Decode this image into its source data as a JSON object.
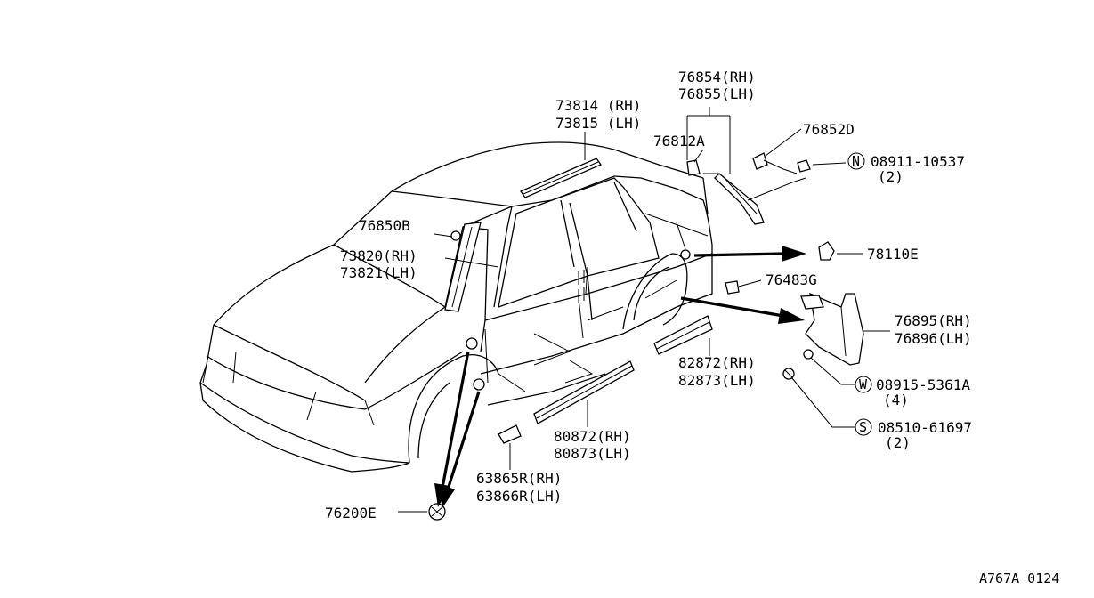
{
  "diagram_id": "A767A 0124",
  "labels": {
    "p76854": "76854(RH)",
    "p76855": "76855(LH)",
    "p73814": "73814 (RH)",
    "p73815": "73815 (LH)",
    "p76812A": "76812A",
    "p76852D": "76852D",
    "p08911": "08911-10537",
    "p08911_qty": "(2)",
    "p76850B": "76850B",
    "p73820": "73820(RH)",
    "p73821": "73821(LH)",
    "p78110E": "78110E",
    "p76483G": "76483G",
    "p76895": "76895(RH)",
    "p76896": "76896(LH)",
    "p82872": "82872(RH)",
    "p82873": "82873(LH)",
    "p08915": "08915-5361A",
    "p08915_qty": "(4)",
    "p08510": "08510-61697",
    "p08510_qty": "(2)",
    "p80872": "80872(RH)",
    "p80873": "80873(LH)",
    "p63865R": "63865R(RH)",
    "p63866R": "63866R(LH)",
    "p76200E": "76200E"
  },
  "symbols": {
    "nut": "N",
    "washer": "W",
    "screw": "S"
  }
}
